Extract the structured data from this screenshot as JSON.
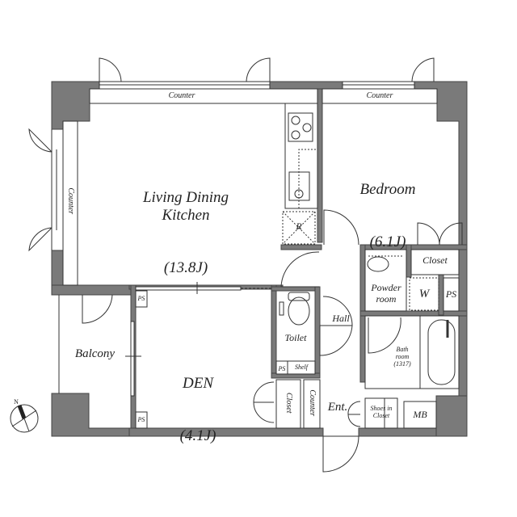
{
  "floorplan": {
    "colors": {
      "wall": "#7a7a7a",
      "line": "#333333",
      "background": "#ffffff"
    },
    "rooms": {
      "ldk": {
        "name": "Living Dining\nKitchen",
        "area": "(13.8J)"
      },
      "bedroom": {
        "name": "Bedroom",
        "area": "(6.1J)"
      },
      "den": {
        "name": "DEN",
        "area": "(4.1J)"
      },
      "balcony": {
        "name": "Balcony"
      },
      "powder_room": {
        "name": "Powder\nroom"
      },
      "washer": {
        "name": "W"
      },
      "toilet": {
        "name": "Toilet"
      },
      "hall": {
        "name": "Hall"
      },
      "bathroom": {
        "name": "Bath\nroom\n(1317)"
      },
      "entrance": {
        "name": "Ent."
      },
      "shoes_closet": {
        "name": "Shoes in\nCloset"
      },
      "mb": {
        "name": "MB"
      },
      "bedroom_closet": {
        "name": "Closet"
      },
      "den_closet": {
        "name": "Closet"
      },
      "entrance_counter": {
        "name": "Counter"
      },
      "toilet_shelf": {
        "name": "Shelf"
      }
    },
    "counters": {
      "ldk_top": "Counter",
      "bedroom_top": "Counter",
      "ldk_left": "Counter"
    },
    "pipe_spaces": [
      "PS",
      "PS",
      "PS",
      "PS"
    ],
    "fridge": "R",
    "compass": {
      "label": "N"
    }
  }
}
